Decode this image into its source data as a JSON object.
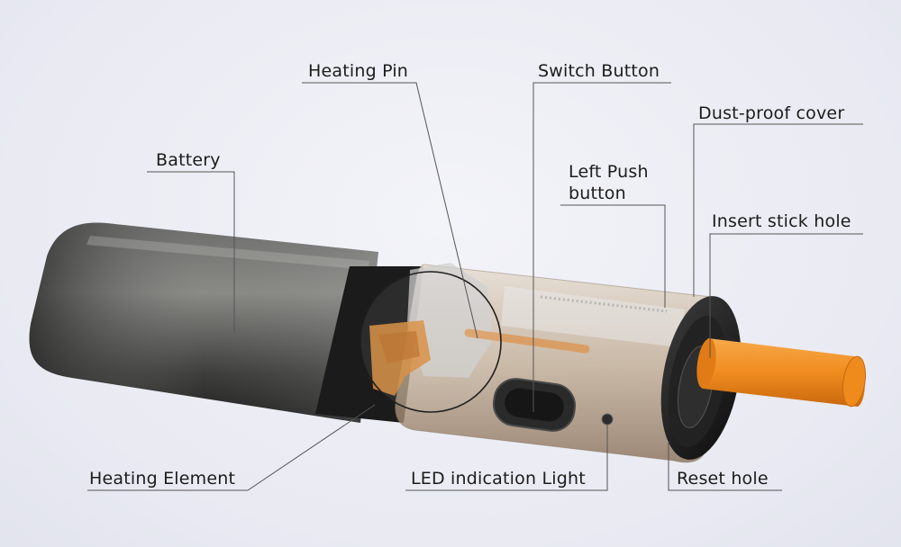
{
  "labels": {
    "battery": "Battery",
    "heating_pin": "Heating Pin",
    "switch_button": "Switch Button",
    "dust_cover": "Dust-proof cover",
    "left_push_button": "Left Push button",
    "insert_stick_hole": "Insert stick hole",
    "heating_element": "Heating Element",
    "led_light": "LED indication Light",
    "reset_hole": "Reset hole"
  },
  "colors": {
    "stick": "#f08c1f",
    "body_dark": "#3a3a3a",
    "label_text": "#1c1c1c",
    "leader_line": "#555555"
  }
}
